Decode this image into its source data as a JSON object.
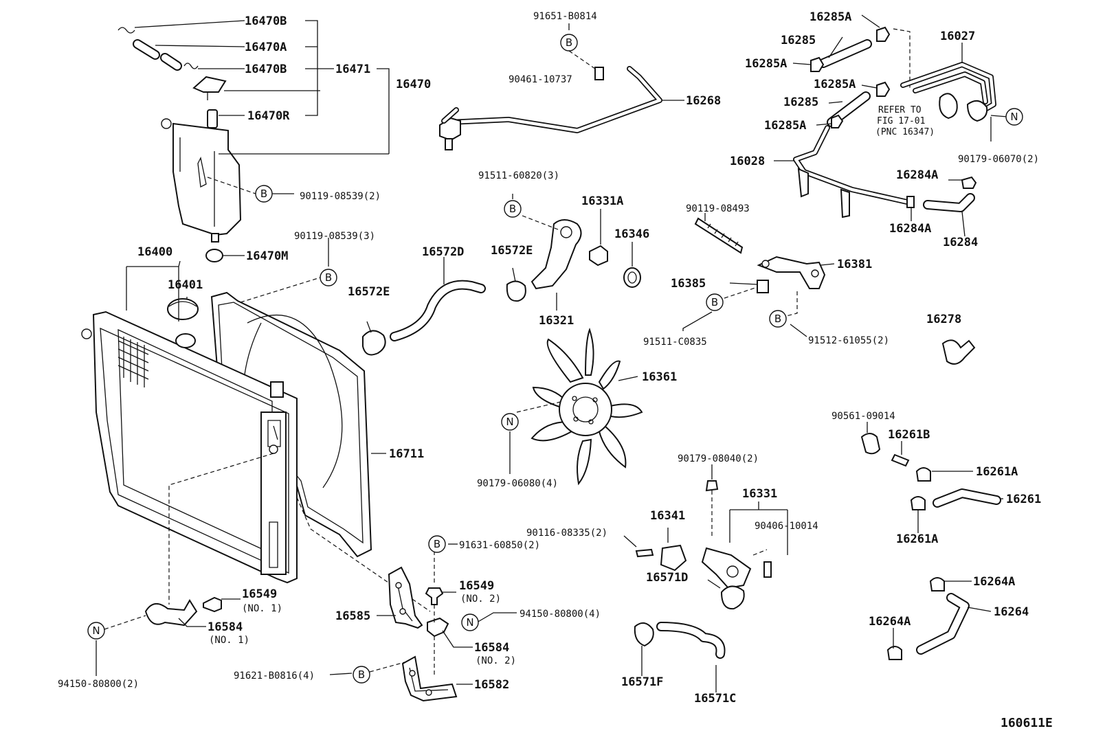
{
  "figure_code": "160611E",
  "callout_letters": {
    "bolt": "B",
    "nut": "N"
  },
  "note": {
    "line1": "REFER TO",
    "line2": "FIG 17-01",
    "line3": "(PNC 16347)"
  },
  "labels": {
    "p16470B_top": "16470B",
    "p16470A": "16470A",
    "p16470B_mid": "16470B",
    "p16471": "16471",
    "p16470": "16470",
    "p16470R": "16470R",
    "p90119_08539_2": "90119-08539(2)",
    "p90119_08539_3": "90119-08539(3)",
    "p16470M": "16470M",
    "p16400": "16400",
    "p16401": "16401",
    "p16711": "16711",
    "p91651_B0814": "91651-B0814",
    "p90461_10737": "90461-10737",
    "p16268": "16268",
    "p91511_60820_3": "91511-60820(3)",
    "p16331A": "16331A",
    "p16346": "16346",
    "p16572D": "16572D",
    "p16572E_r": "16572E",
    "p16572E_l": "16572E",
    "p16321": "16321",
    "p16361": "16361",
    "p90179_06080_4": "90179-06080(4)",
    "p16285A_1": "16285A",
    "p16285_1": "16285",
    "p16285A_2": "16285A",
    "p16027": "16027",
    "p16285A_3": "16285A",
    "p16285_2": "16285",
    "p16285A_4": "16285A",
    "p90179_06070_2": "90179-06070(2)",
    "p16028": "16028",
    "p16284A_1": "16284A",
    "p16284A_2": "16284A",
    "p16284": "16284",
    "p90119_08493": "90119-08493",
    "p16381": "16381",
    "p16385": "16385",
    "p91511_C0835": "91511-C0835",
    "p91512_61055_2": "91512-61055(2)",
    "p16278": "16278",
    "p90561_09014": "90561-09014",
    "p16261B": "16261B",
    "p16261A_1": "16261A",
    "p16261": "16261",
    "p16261A_2": "16261A",
    "p90179_08040_2": "90179-08040(2)",
    "p16331": "16331",
    "p90406_10014": "90406-10014",
    "p16341": "16341",
    "p90116_08335_2": "90116-08335(2)",
    "p16571D": "16571D",
    "p16571F": "16571F",
    "p16571C": "16571C",
    "p16264A_1": "16264A",
    "p16264": "16264",
    "p16264A_2": "16264A",
    "p91631_60850_2": "91631-60850(2)",
    "p16549_2": "16549",
    "p16549_2_sub": "(NO. 2)",
    "p94150_80800_4": "94150-80800(4)",
    "p16585": "16585",
    "p16584_2": "16584",
    "p16584_2_sub": "(NO. 2)",
    "p16582": "16582",
    "p91621_B0816_4": "91621-B0816(4)",
    "p16549_1": "16549",
    "p16549_1_sub": "(NO. 1)",
    "p16584_1": "16584",
    "p16584_1_sub": "(NO. 1)",
    "p94150_80800_2": "94150-80800(2)"
  }
}
